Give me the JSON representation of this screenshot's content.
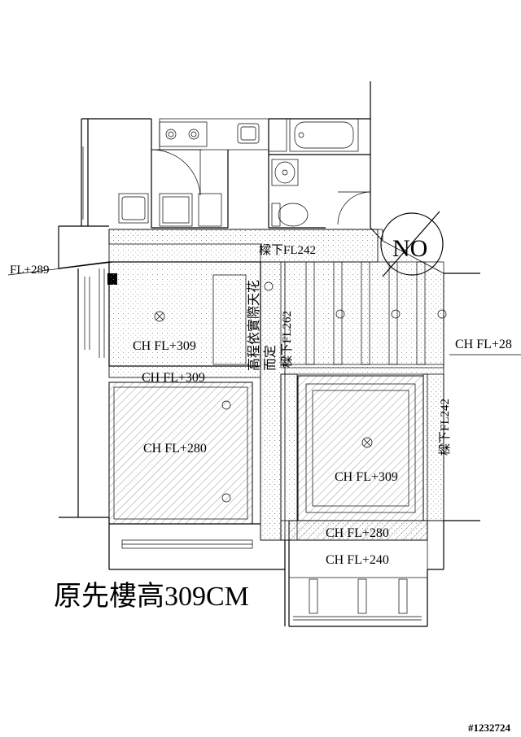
{
  "labels": {
    "beam_top": "樑下FL242",
    "no_mark": "NO",
    "fl_left": "FL+289",
    "ch_right_edge": "CH FL+28",
    "ch_room_top_left": "CH FL+309",
    "ceiling_note": "高程依實際天花",
    "ceiling_note_2": "而定",
    "beam_mid": "樑下FL262",
    "ch_strip_left": "CH FL+309",
    "ch_hatched_left": "CH FL+280",
    "beam_right": "樑下FL242",
    "ch_center_right": "CH FL+309",
    "ch_strip_bottom_1": "CH FL+280",
    "ch_strip_bottom_2": "CH FL+240",
    "title": "原先樓高309CM",
    "watermark": "#1232724"
  }
}
